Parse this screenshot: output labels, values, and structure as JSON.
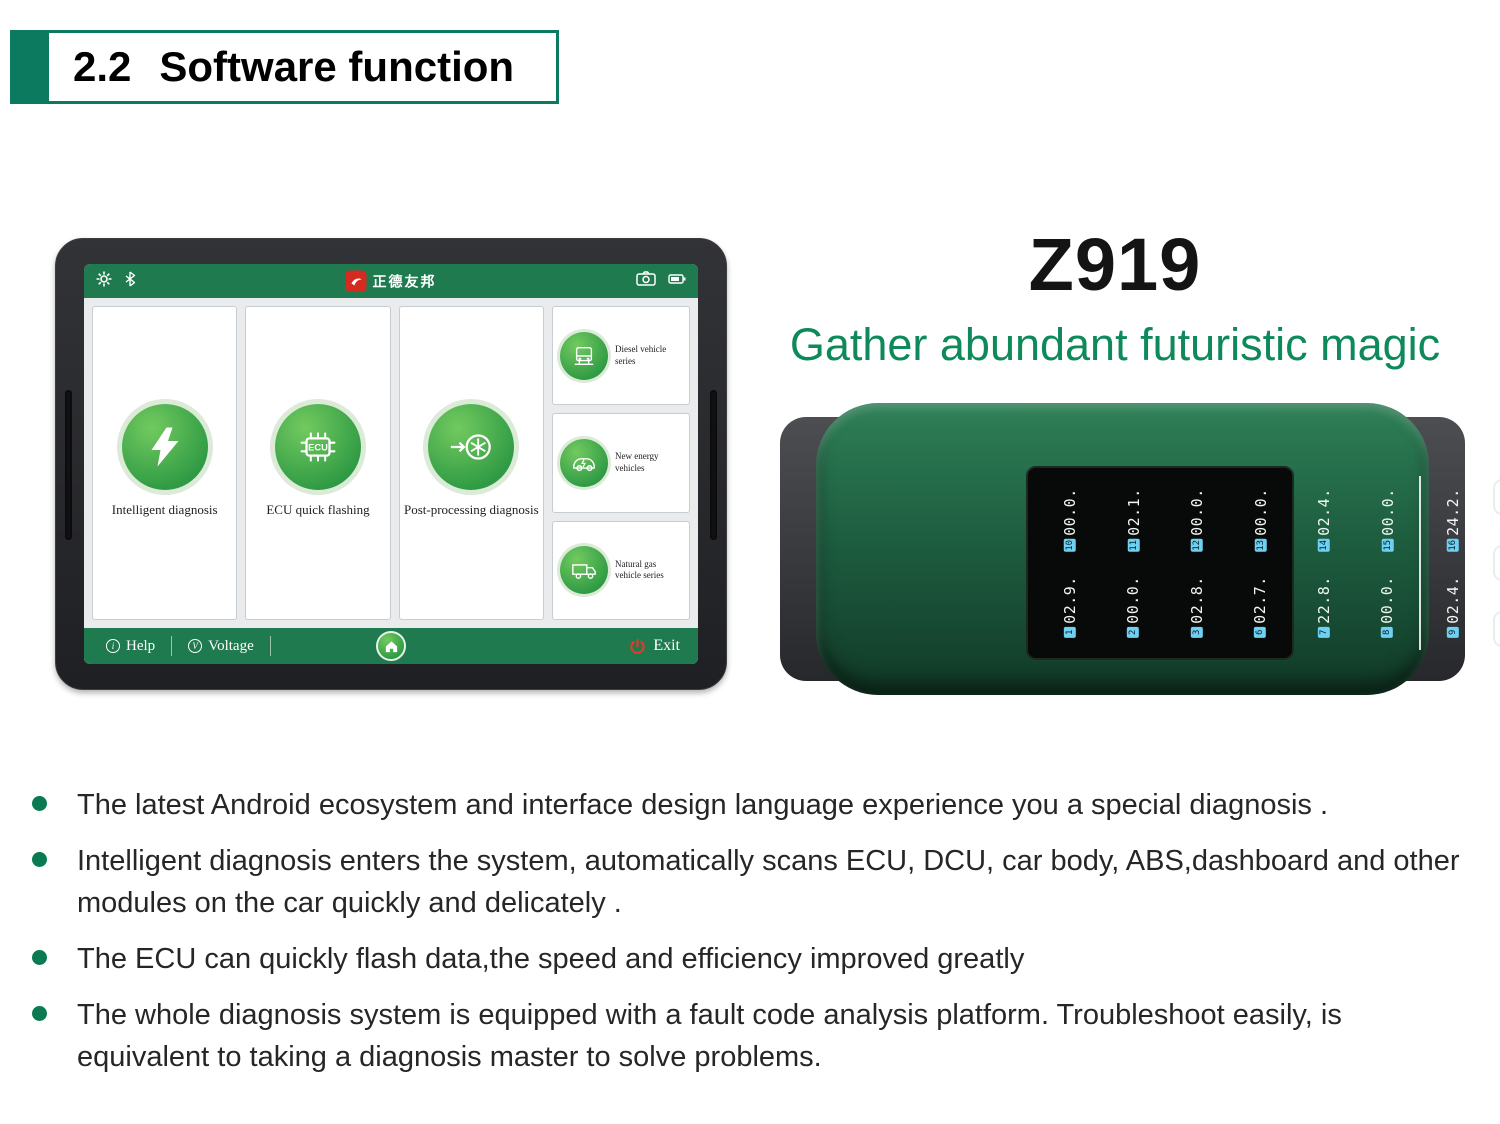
{
  "header": {
    "number": "2.2",
    "title": "Software function"
  },
  "product": {
    "model": "Z919",
    "tagline": "Gather abundant futuristic magic"
  },
  "colors": {
    "accent_green": "#0c7a5f",
    "tagline_green": "#0e8a5a",
    "exit_red": "#e8382a",
    "badge_blue": "#6fd0f2"
  },
  "tablet": {
    "statusbar": {
      "brand": "正德友邦"
    },
    "cards": [
      {
        "label": "Intelligent diagnosis",
        "icon": "lightning-icon"
      },
      {
        "label": "ECU quick flashing",
        "icon": "ecu-chip-icon"
      },
      {
        "label": "Post-processing diagnosis",
        "icon": "post-processing-icon"
      }
    ],
    "ecu_chip_text": "ECU",
    "side_cards": [
      {
        "label": "Diesel vehicle series",
        "icon": "truck-icon"
      },
      {
        "label": "New energy vehicles",
        "icon": "electric-car-icon"
      },
      {
        "label": "Natural gas vehicle series",
        "icon": "gas-van-icon"
      }
    ],
    "bottombar": {
      "help": "Help",
      "voltage": "Voltage",
      "exit": "Exit",
      "help_glyph": "i",
      "voltage_glyph": "V"
    }
  },
  "vci": {
    "display": {
      "columns": [
        {
          "top_badge": "10",
          "top": "00.0.",
          "bottom_badge": "1",
          "bottom": "02.9."
        },
        {
          "top_badge": "11",
          "top": "02.1.",
          "bottom_badge": "2",
          "bottom": "00.0."
        },
        {
          "top_badge": "12",
          "top": "00.0.",
          "bottom_badge": "3",
          "bottom": "02.8."
        },
        {
          "top_badge": "13",
          "top": "00.0.",
          "bottom_badge": "6",
          "bottom": "02.7."
        },
        {
          "top_badge": "14",
          "top": "02.4.",
          "bottom_badge": "7",
          "bottom": "22.8."
        },
        {
          "top_badge": "15",
          "top": "00.0.",
          "bottom_badge": "8",
          "bottom": "00.0."
        },
        {
          "top_badge": "16",
          "top": "24.2.",
          "bottom_badge": "9",
          "bottom": "02.4."
        }
      ],
      "icons": [
        "tools-icon",
        "usb-icon",
        "power-icon"
      ]
    }
  },
  "bullets": [
    "The latest Android ecosystem and interface design language experience you a special diagnosis .",
    "Intelligent diagnosis enters the system, automatically scans ECU, DCU, car body, ABS,dashboard and other modules on the car quickly and delicately .",
    "The ECU can quickly flash data,the speed and efficiency improved greatly",
    "The whole diagnosis system is equipped with a fault code analysis platform. Troubleshoot easily, is equivalent to taking a diagnosis master to solve problems."
  ]
}
